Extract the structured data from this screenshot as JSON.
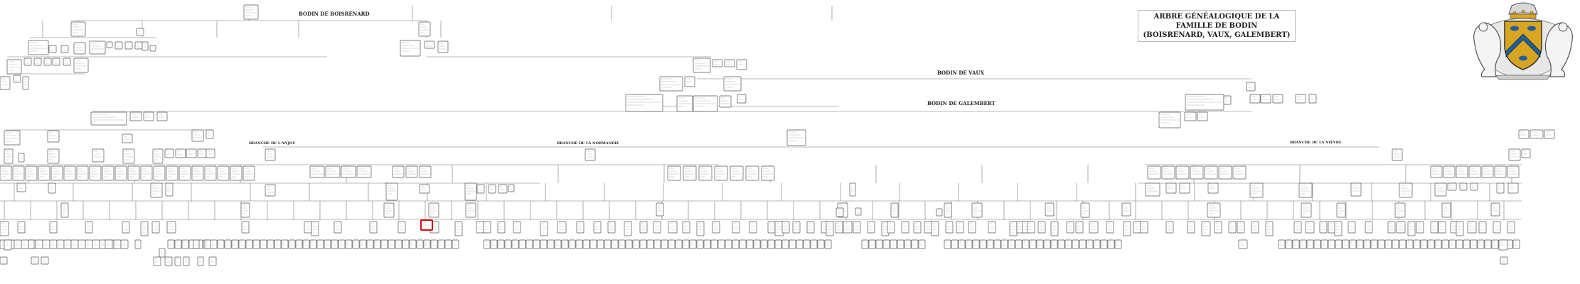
{
  "title": {
    "line1": "ARBRE GÉNÉALOGIQUE DE LA FAMILLE DE BODIN",
    "line2": "(BOISRENARD, VAUX, GALEMBERT)"
  },
  "branches": {
    "boisrenard": "BODIN DE BOISRENARD",
    "vaux": "BODIN DE VAUX",
    "galembert": "BODIN DE GALEMBERT",
    "anjou": "BRANCHE DE L'ANJOU",
    "normandie": "BRANCHE DE LA NORMANDIE",
    "nievre": "BRANCHE DE LA NIÈVRE"
  },
  "colors": {
    "line": "#777777",
    "box_border": "#555555",
    "highlight": "#cc1111",
    "shield": "#d9a520",
    "shield_chevron": "#1f5f9e"
  },
  "coat_of_arms": {
    "icon": "coat-of-arms-icon"
  }
}
